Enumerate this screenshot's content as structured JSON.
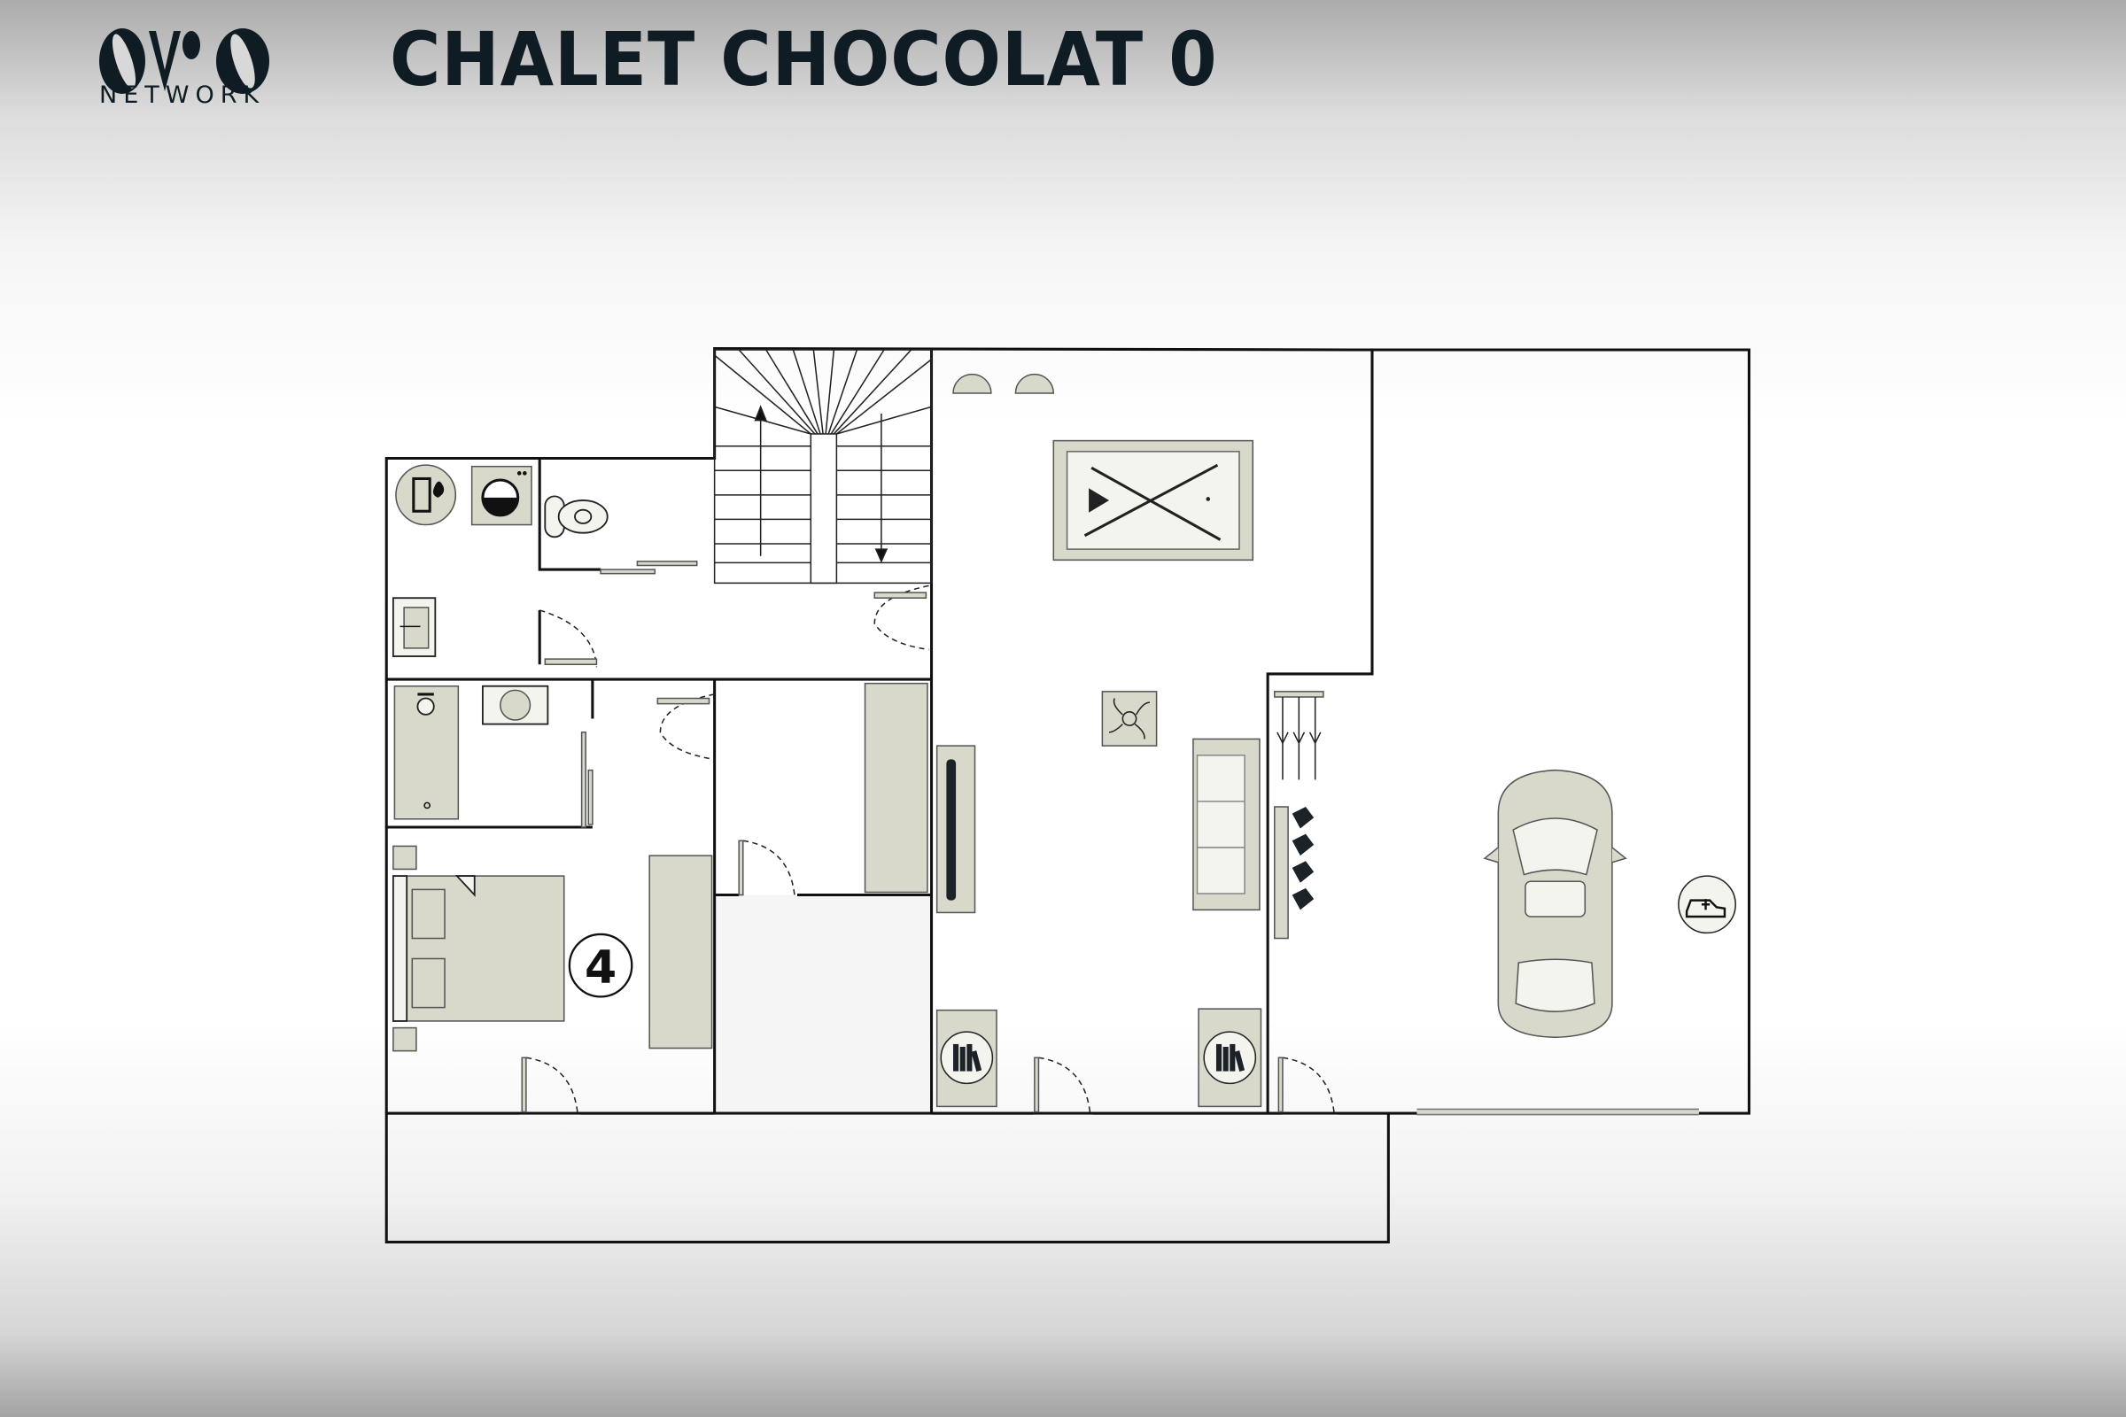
{
  "header": {
    "logo_text": "NETWORK",
    "title": "CHALET CHOCOLAT 0"
  },
  "plan": {
    "bedroom_number": "4"
  },
  "colors": {
    "ink": "#0f1c24",
    "furniture": "#d8d8cb",
    "corridor_fill": "#f5f5f5"
  }
}
